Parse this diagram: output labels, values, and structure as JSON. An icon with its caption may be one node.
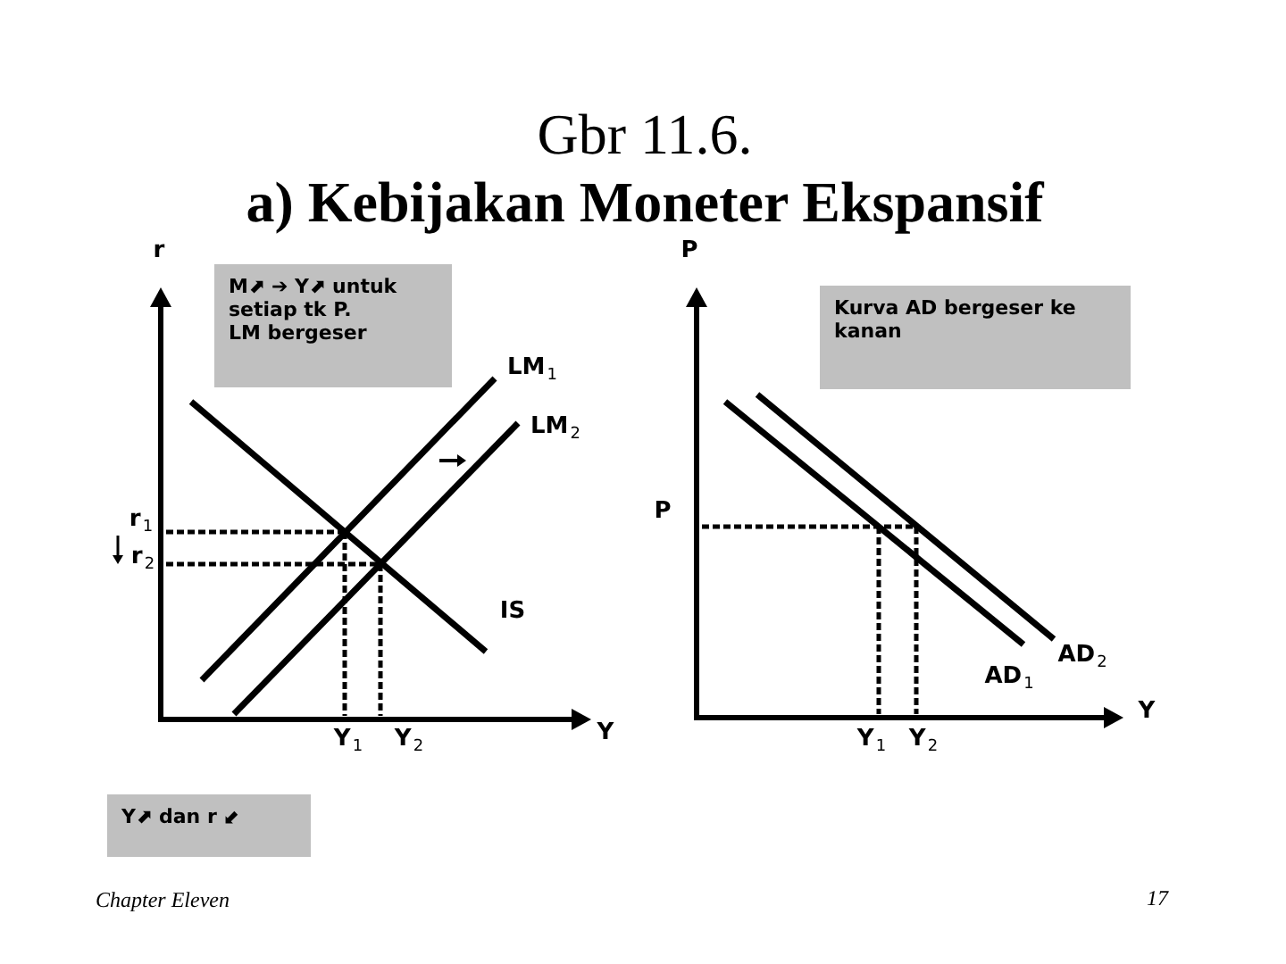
{
  "diagram": {
    "title": "Gbr 11.6. **a) Kebijakan Moneter Ekspansif**",
    "nodes": [
      {
        "text": [
          "M⬈ ➔ Y⬈ untuk setiap tk P. LM bergeser"
        ]
      },
      {
        "text": [
          "Kurva AD bergeser ke kanan"
        ]
      },
      {
        "text": [
          "Y⬈ dan r ⬋"
        ]
      }
    ],
    "labels": [
      "r",
      "P",
      "LM$_{1}$",
      "LM$_{2}$",
      "r$_{1}$",
      "P",
      "r$_{2}$",
      "IS",
      "AD$_{1}$",
      "AD$_{2}$",
      "Y$_{1}$",
      "Y$_{2}$",
      "Y",
      "Y$_{1}$",
      "Y$_{2}$",
      "Y",
      "Chapter Eleven",
      "17"
    ]
  }
}
